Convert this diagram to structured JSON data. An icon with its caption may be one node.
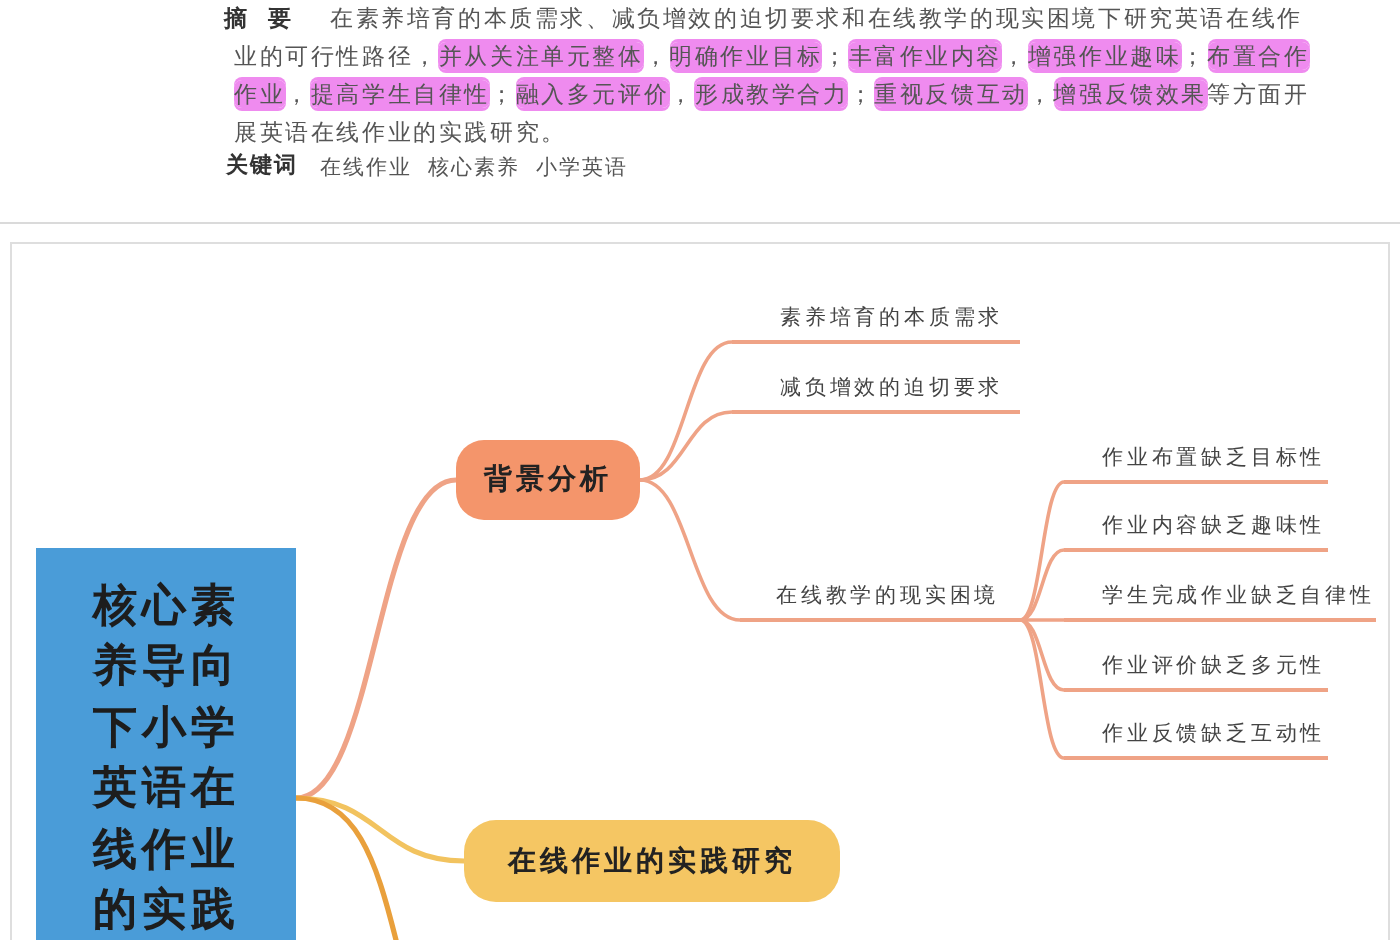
{
  "diagram": {
    "nodes": [
      {
        "text": [
          "核心素养导向下小学英语在线作业的实践"
        ]
      },
      {
        "text": [
          "背景分析"
        ]
      },
      {
        "text": [
          "素养培育的本质需求"
        ]
      },
      {
        "text": [
          "减负增效的迫切要求"
        ]
      },
      {
        "text": [
          "在线教学的现实困境"
        ]
      },
      {
        "text": [
          "作业布置缺乏目标性"
        ]
      },
      {
        "text": [
          "作业内容缺乏趣味性"
        ]
      },
      {
        "text": [
          "学生完成作业缺乏自律性"
        ]
      },
      {
        "text": [
          "作业评价缺乏多元性"
        ]
      },
      {
        "text": [
          "作业反馈缺乏互动性"
        ]
      },
      {
        "text": [
          "在线作业的实践研究"
        ]
      }
    ],
    "edges": [
      {
        "from": 0,
        "to": 1,
        "arrow": "none"
      },
      {
        "from": 0,
        "to": 10,
        "arrow": "none",
        "color": "#f2c35f"
      },
      {
        "from": 0,
        "to": null,
        "arrow": "none",
        "color": "#e9a03c"
      },
      {
        "from": 1,
        "to": 2,
        "arrow": "none"
      },
      {
        "from": 1,
        "to": 3,
        "arrow": "none"
      },
      {
        "from": 1,
        "to": 4,
        "arrow": "none"
      },
      {
        "from": 4,
        "to": 5,
        "arrow": "none"
      },
      {
        "from": 4,
        "to": 6,
        "arrow": "none"
      },
      {
        "from": 4,
        "to": 7,
        "arrow": "none"
      },
      {
        "from": 4,
        "to": 8,
        "arrow": "none"
      },
      {
        "from": 4,
        "to": 9,
        "arrow": "none"
      }
    ],
    "labels": [
      "摘 要",
      "在素养培育的本质需求、减负增效的迫切要求和在线教学的现实困境下研究英语在线作业的可行性路径，**并从关注单元整体**，**明确作业目标**；**丰富作业内容**，**增强作业趣味**；**布置合作作业**，**提高学生自律性**；**融入多元评价**，**形成教学合力**；**重视反馈互动**，**增强反馈效果**等方面开展英语在线作业的实践研究。",
      "关键词",
      "在线作业",
      "核心素养",
      "小学英语"
    ]
  }
}
